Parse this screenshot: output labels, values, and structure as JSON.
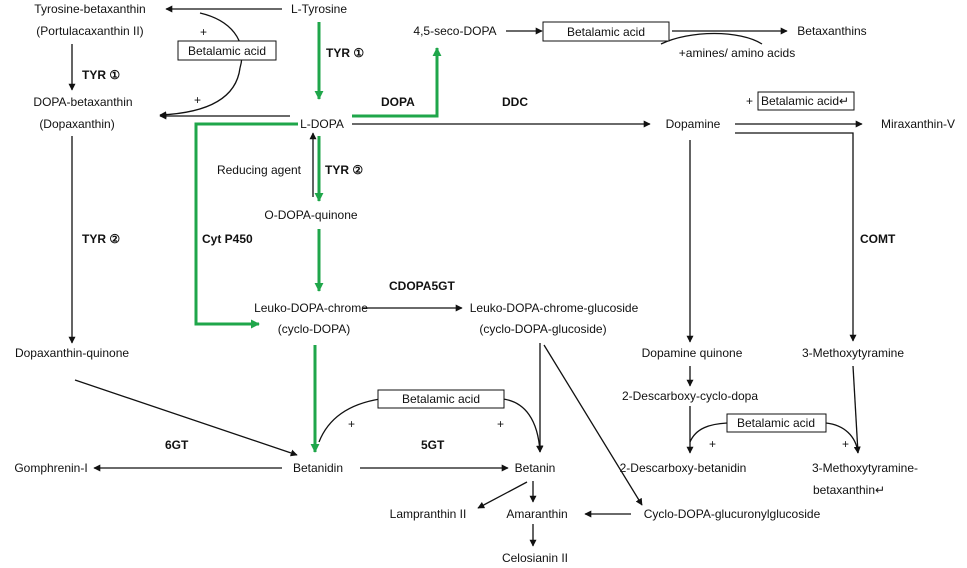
{
  "nodes": {
    "l_tyrosine": "L-Tyrosine",
    "tyrosine_betaxanthin": "Tyrosine-betaxanthin",
    "portulacaxanthin": "(Portulacaxanthin II)",
    "seco_dopa": "4,5-seco-DOPA",
    "betaxanthins": "Betaxanthins",
    "amines": "+amines/ amino acids",
    "dopa_betaxanthin": "DOPA-betaxanthin",
    "dopaxanthin": "(Dopaxanthin)",
    "l_dopa": "L-DOPA",
    "dopamine": "Dopamine",
    "miraxanthin": "Miraxanthin-V",
    "reducing_agent": "Reducing agent",
    "o_dopa_quinone": "O-DOPA-quinone",
    "leuko_dopa_chrome": "Leuko-DOPA-chrome",
    "cyclo_dopa": "(cyclo-DOPA)",
    "leuko_glucoside": "Leuko-DOPA-chrome-glucoside",
    "cyclo_dopa_glucoside": "(cyclo-DOPA-glucoside)",
    "dopaxanthin_quinone": "Dopaxanthin-quinone",
    "dopamine_quinone": "Dopamine quinone",
    "methoxytyramine": "3-Methoxytyramine",
    "descarboxy_cyclo_dopa": "2-Descarboxy-cyclo-dopa",
    "gomphrenin": "Gomphrenin-I",
    "betanidin": "Betanidin",
    "betanin": "Betanin",
    "descarboxy_betanidin": "2-Descarboxy-betanidin",
    "methoxytyramine_betaxanthin_1": "3-Methoxytyramine-",
    "methoxytyramine_betaxanthin_2": "betaxanthin↵",
    "lampranthin": "Lampranthin II",
    "amaranthin": "Amaranthin",
    "cyclo_dopa_glucuronylglucoside": "Cyclo-DOPA-glucuronylglucoside",
    "celosianin": "Celosianin II"
  },
  "enzymes": {
    "tyr1_main": "TYR ①",
    "tyr1_left": "TYR ①",
    "tyr2_main": "TYR ②",
    "tyr2_left": "TYR ②",
    "dopa": "DOPA",
    "ddc": "DDC",
    "cyt_p450": "Cyt P450",
    "cdopa5gt": "CDOPA5GT",
    "comt": "COMT",
    "gt6": "6GT",
    "gt5": "5GT"
  },
  "boxes": {
    "betalamic_top": "Betalamic acid",
    "betalamic_left": "Betalamic acid",
    "betalamic_dopamine": "Betalamic acid↵",
    "betalamic_center": "Betalamic acid",
    "betalamic_right": "Betalamic acid"
  },
  "plus_dopamine": "+",
  "plus_sign": "+",
  "colors": {
    "arrow": "#111111",
    "highlight": "#1fa64a",
    "background": "#ffffff"
  }
}
